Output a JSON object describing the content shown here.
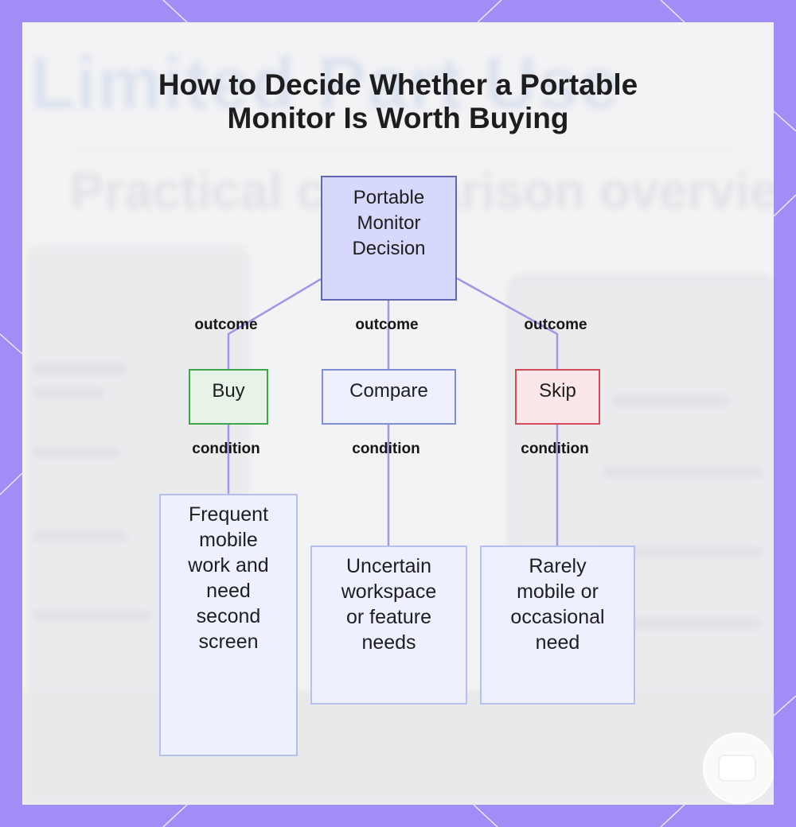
{
  "title": {
    "line1": "How to Decide Whether a Portable",
    "line2": "Monitor Is Worth Buying"
  },
  "colors": {
    "frame": "#a28cf5",
    "connector": "#a693e3",
    "root_fill": "#d6d8fc",
    "buy_border": "#3da54a",
    "compare_border": "#7f8ed6",
    "skip_border": "#d34c5a"
  },
  "background": {
    "blurred_title": "Limited Part Use",
    "blurred_subtitle": "Practical comparison overview"
  },
  "diagram": {
    "root": {
      "lines": [
        "Portable",
        "Monitor",
        "Decision"
      ]
    },
    "edge_labels": {
      "outcome_buy": "outcome",
      "outcome_compare": "outcome",
      "outcome_skip": "outcome",
      "condition_buy": "condition",
      "condition_compare": "condition",
      "condition_skip": "condition"
    },
    "outcomes": {
      "buy": "Buy",
      "compare": "Compare",
      "skip": "Skip"
    },
    "conditions": {
      "buy": [
        "Frequent",
        "mobile",
        "work and",
        "need",
        "second",
        "screen"
      ],
      "compare": [
        "Uncertain",
        "workspace",
        "or feature",
        "needs"
      ],
      "skip": [
        "Rarely",
        "mobile or",
        "occasional",
        "need"
      ]
    }
  },
  "chat_button": {
    "icon": "chat-bubble-icon"
  }
}
